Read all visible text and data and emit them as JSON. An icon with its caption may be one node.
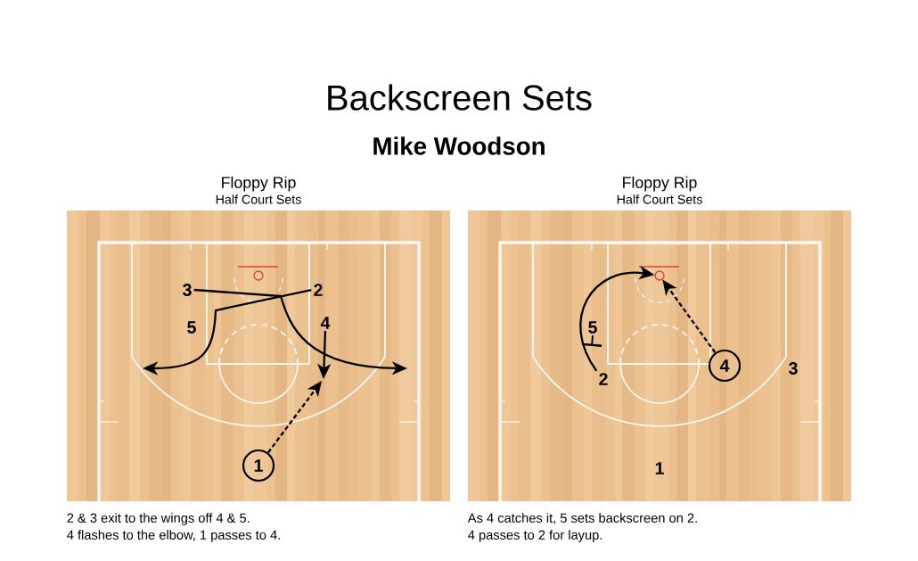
{
  "diagram": {
    "title": "Backscreen Sets",
    "nodes": [
      {
        "text": [
          "Floppy Rip",
          "Half Court Sets"
        ],
        "beside": [
          "2 & 3 exit to the wings off 4 & 5.",
          "4 flashes to the elbow, 1 passes to 4."
        ]
      },
      {
        "text": [
          "3"
        ],
        "in": 0
      },
      {
        "text": [
          "2"
        ],
        "in": 0
      },
      {
        "text": [
          "5"
        ],
        "in": 0
      },
      {
        "text": [
          "4"
        ],
        "in": 0
      },
      {
        "text": [
          "1"
        ],
        "in": 0
      },
      {
        "text": [
          "Floppy Rip",
          "Half Court Sets"
        ],
        "beside": [
          "As 4 catches it, 5 sets backscreen on 2.",
          "4 passes to 2 for layup."
        ]
      },
      {
        "text": [],
        "shape": "circle",
        "in": 6
      },
      {
        "text": [
          "5"
        ],
        "in": 6
      },
      {
        "text": [
          "4"
        ],
        "in": 6
      },
      {
        "text": [
          "3"
        ],
        "in": 6
      },
      {
        "text": [
          "2"
        ],
        "in": 6
      },
      {
        "text": [
          "1"
        ],
        "in": 6
      }
    ],
    "edges": [
      {
        "from": 1,
        "to": null,
        "arrow": "to"
      },
      {
        "from": 2,
        "to": null,
        "arrow": "to"
      },
      {
        "from": 4,
        "to": null,
        "arrow": "to"
      },
      {
        "from": 5,
        "to": null,
        "arrow": "to",
        "style": "dashed"
      },
      {
        "from": 11,
        "to": 7,
        "arrow": "to"
      },
      {
        "from": 9,
        "to": 7,
        "arrow": "to",
        "style": "dashed"
      },
      {
        "from": 8,
        "to": null,
        "arrow": "other"
      }
    ],
    "labels": [
      "Mike Woodson"
    ]
  }
}
